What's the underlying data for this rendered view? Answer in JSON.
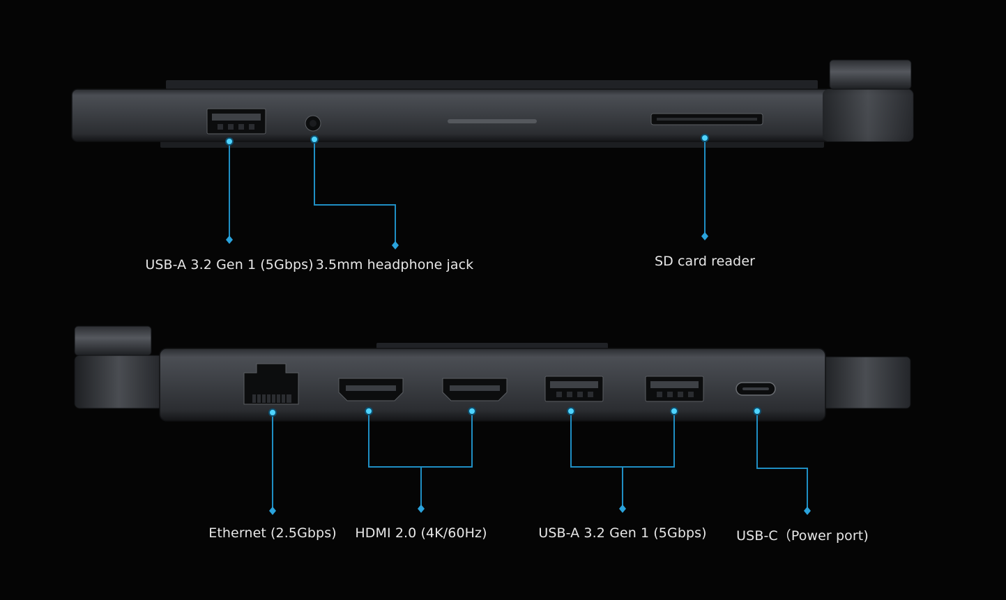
{
  "colors": {
    "background": "#050505",
    "accent": "#29b6e8",
    "device_body": "#3a3d42",
    "label_text": "#e8e8e8"
  },
  "top_view": {
    "labels": {
      "usb_a": "USB-A 3.2 Gen 1 (5Gbps)",
      "audio_jack": "3.5mm headphone jack",
      "sd_card": "SD card reader"
    }
  },
  "bottom_view": {
    "labels": {
      "ethernet": "Ethernet (2.5Gbps)",
      "hdmi": "HDMI 2.0 (4K/60Hz)",
      "usb_a": "USB-A 3.2 Gen 1 (5Gbps)",
      "usb_c": "USB-C（Power port)"
    }
  }
}
